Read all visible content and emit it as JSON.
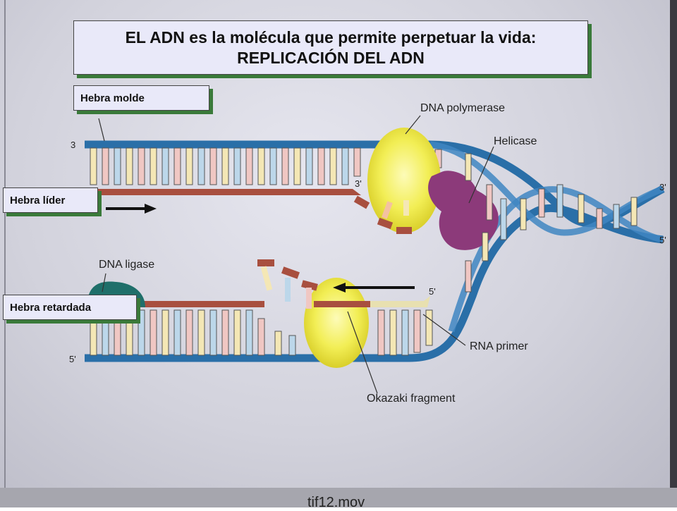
{
  "title": {
    "line1": "EL ADN es la molécula que permite perpetuar la vida:",
    "line2": "REPLICACIÓN DEL ADN"
  },
  "callouts": {
    "template_strand": "Hebra molde",
    "leading_strand": "Hebra líder",
    "lagging_strand": "Hebra retardada"
  },
  "diagram_labels": {
    "dna_polymerase": "DNA polymerase",
    "helicase": "Helicase",
    "dna_ligase": "DNA ligase",
    "rna_primer": "RNA primer",
    "okazaki_fragment": "Okazaki fragment"
  },
  "end_labels": {
    "top_left": "3",
    "bottom_left": "5'",
    "right_top": "3'",
    "right_bottom": "5'",
    "leading_end": "3'",
    "lagging_end": "5'"
  },
  "footer": {
    "filename": "tif12.mov"
  },
  "colors": {
    "backbone": "#2a6fa8",
    "polymerase": "#f2ee55",
    "helicase": "#8c3a7a",
    "ligase": "#1f6f6a",
    "new_strand": "#a84f3f",
    "primer": "#e8e0b0",
    "callout_shadow": "#3a7a3a"
  }
}
